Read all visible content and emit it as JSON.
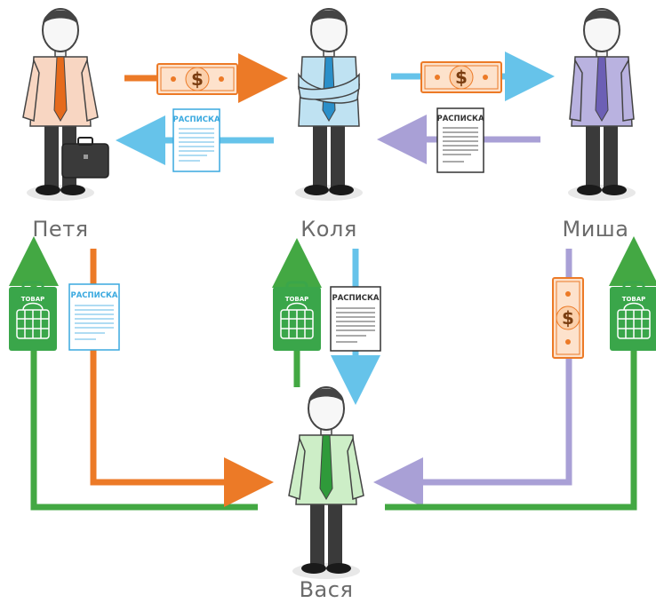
{
  "people": {
    "petya": {
      "name": "Петя",
      "shirt": "#f8d6c2",
      "tie": "#e56a1c"
    },
    "kolya": {
      "name": "Коля",
      "shirt": "#bfe2f2",
      "tie": "#2a8fc9"
    },
    "misha": {
      "name": "Миша",
      "shirt": "#b9b2e0",
      "tie": "#6c5fb5"
    },
    "vasya": {
      "name": "Вася",
      "shirt": "#cdeec7",
      "tie": "#2f9a3a"
    }
  },
  "receipt_label": "РАСПИСКА",
  "goods_label": "ТОВАР",
  "money_symbol": "$",
  "colors": {
    "orange": "#ec7a27",
    "blue": "#66c3ea",
    "purple": "#a9a0d6",
    "green": "#43a843",
    "receipt_blue": "#3aa9df",
    "receipt_dark": "#333333",
    "goods_green": "#3aa64a",
    "trousers": "#3a3a3a"
  }
}
